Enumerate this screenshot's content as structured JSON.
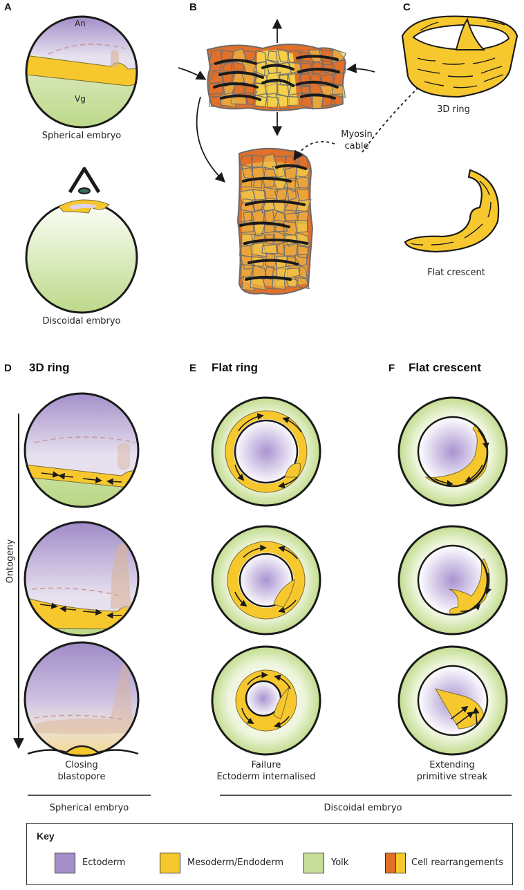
{
  "panels": {
    "a": {
      "letter": "A",
      "top_label_an": "An",
      "top_label_vg": "Vg",
      "caption_top": "Spherical embryo",
      "caption_bottom": "Discoidal embryo"
    },
    "b": {
      "letter": "B",
      "annotation": "Myosin\ncable"
    },
    "c": {
      "letter": "C",
      "caption_top": "3D ring",
      "caption_bottom": "Flat crescent"
    },
    "d": {
      "letter": "D",
      "title": "3D ring",
      "caption": "Closing\nblastopore",
      "axis_label": "Ontogeny"
    },
    "e": {
      "letter": "E",
      "title": "Flat ring",
      "caption": "Failure\nEctoderm internalised"
    },
    "f": {
      "letter": "F",
      "title": "Flat crescent",
      "caption": "Extending\nprimitive streak"
    }
  },
  "groups": {
    "spherical": "Spherical embryo",
    "discoidal": "Discoidal embryo"
  },
  "key": {
    "title": "Key",
    "items": [
      {
        "label": "Ectoderm",
        "color": "#a48fcb"
      },
      {
        "label": "Mesoderm/Endoderm",
        "color": "#f6c82e"
      },
      {
        "label": "Yolk",
        "color": "#c6de98"
      },
      {
        "label": "Cell rearrangements",
        "colors": [
          "#e0702a",
          "#f6c82e"
        ]
      }
    ]
  },
  "colors": {
    "ectoderm": "#a48fcb",
    "meso": "#f6c82e",
    "yolk": "#c6de98",
    "cell_orange": "#e0702a",
    "cell_yellow": "#f4cf4a",
    "outline": "#1a1a1a"
  }
}
